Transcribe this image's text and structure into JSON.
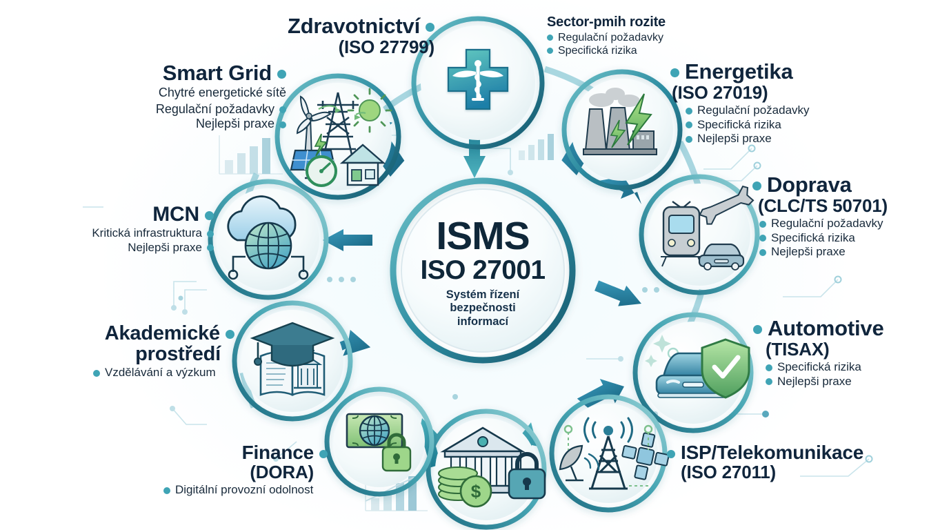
{
  "center": {
    "title": "ISMS",
    "standard": "ISO 27001",
    "desc_line1": "Systém řízení",
    "desc_line2": "bezpečnosti",
    "desc_line3": "informací"
  },
  "note": {
    "heading": "Sector-pmih rozite",
    "bullets": [
      "Regulační požadavky",
      "Specifická rizika"
    ]
  },
  "sectors": [
    {
      "id": "zdravotnictvi",
      "title": "Zdravotnictví",
      "standard": "(ISO 27799)",
      "bullets": [],
      "icon": "medical-cross-caduceus-icon"
    },
    {
      "id": "energetika",
      "title": "Energetika",
      "standard": "(ISO 27019)",
      "bullets": [
        "Regulační požadavky",
        "Specifická rizika",
        "Nejlepši praxe"
      ],
      "icon": "power-plant-icon"
    },
    {
      "id": "doprava",
      "title": "Doprava",
      "standard": "(CLC/TS 50701)",
      "bullets": [
        "Regulační požadavky",
        "Specifická rizika",
        "Nejlepši praxe"
      ],
      "icon": "transport-icon"
    },
    {
      "id": "automotive",
      "title": "Automotive",
      "standard": "(TISAX)",
      "bullets": [
        "Specifická rizika",
        "Nejlepši praxe"
      ],
      "icon": "car-shield-icon"
    },
    {
      "id": "isp",
      "title": "ISP/Telekomunikace",
      "standard": "(ISO 27011)",
      "bullets": [],
      "icon": "radio-tower-satellite-icon"
    },
    {
      "id": "banka",
      "title": "",
      "standard": "",
      "bullets": [],
      "icon": "bank-lock-icon"
    },
    {
      "id": "finance",
      "title": "Finance",
      "standard": "(DORA)",
      "bullets": [
        "Digitální provozní odolnost"
      ],
      "icon": "money-globe-lock-icon"
    },
    {
      "id": "akademicke",
      "title": "Akademické",
      "title2": "prostředí",
      "standard": "",
      "bullets": [
        "Vzdělávání a výzkum"
      ],
      "icon": "graduation-book-icon"
    },
    {
      "id": "mcn",
      "title": "MCN",
      "standard": "",
      "bullets": [
        "Kritická infrastruktura",
        "Nejlepši praxe"
      ],
      "icon": "cloud-globe-network-icon"
    },
    {
      "id": "smartgrid",
      "title": "Smart Grid",
      "standard": "",
      "subtitle": "Chytré energetické sítě",
      "bullets": [
        "Regulační požadavky",
        "Nejlepši praxe"
      ],
      "icon": "smart-grid-icon"
    }
  ],
  "colors": {
    "accent_teal": "#3fa4b5",
    "deep_teal": "#1d6f83",
    "dark_navy": "#10253c",
    "arrow_blue": "#2a7fa3",
    "green": "#79c46a",
    "ring_outer": "#2e8fa3"
  }
}
